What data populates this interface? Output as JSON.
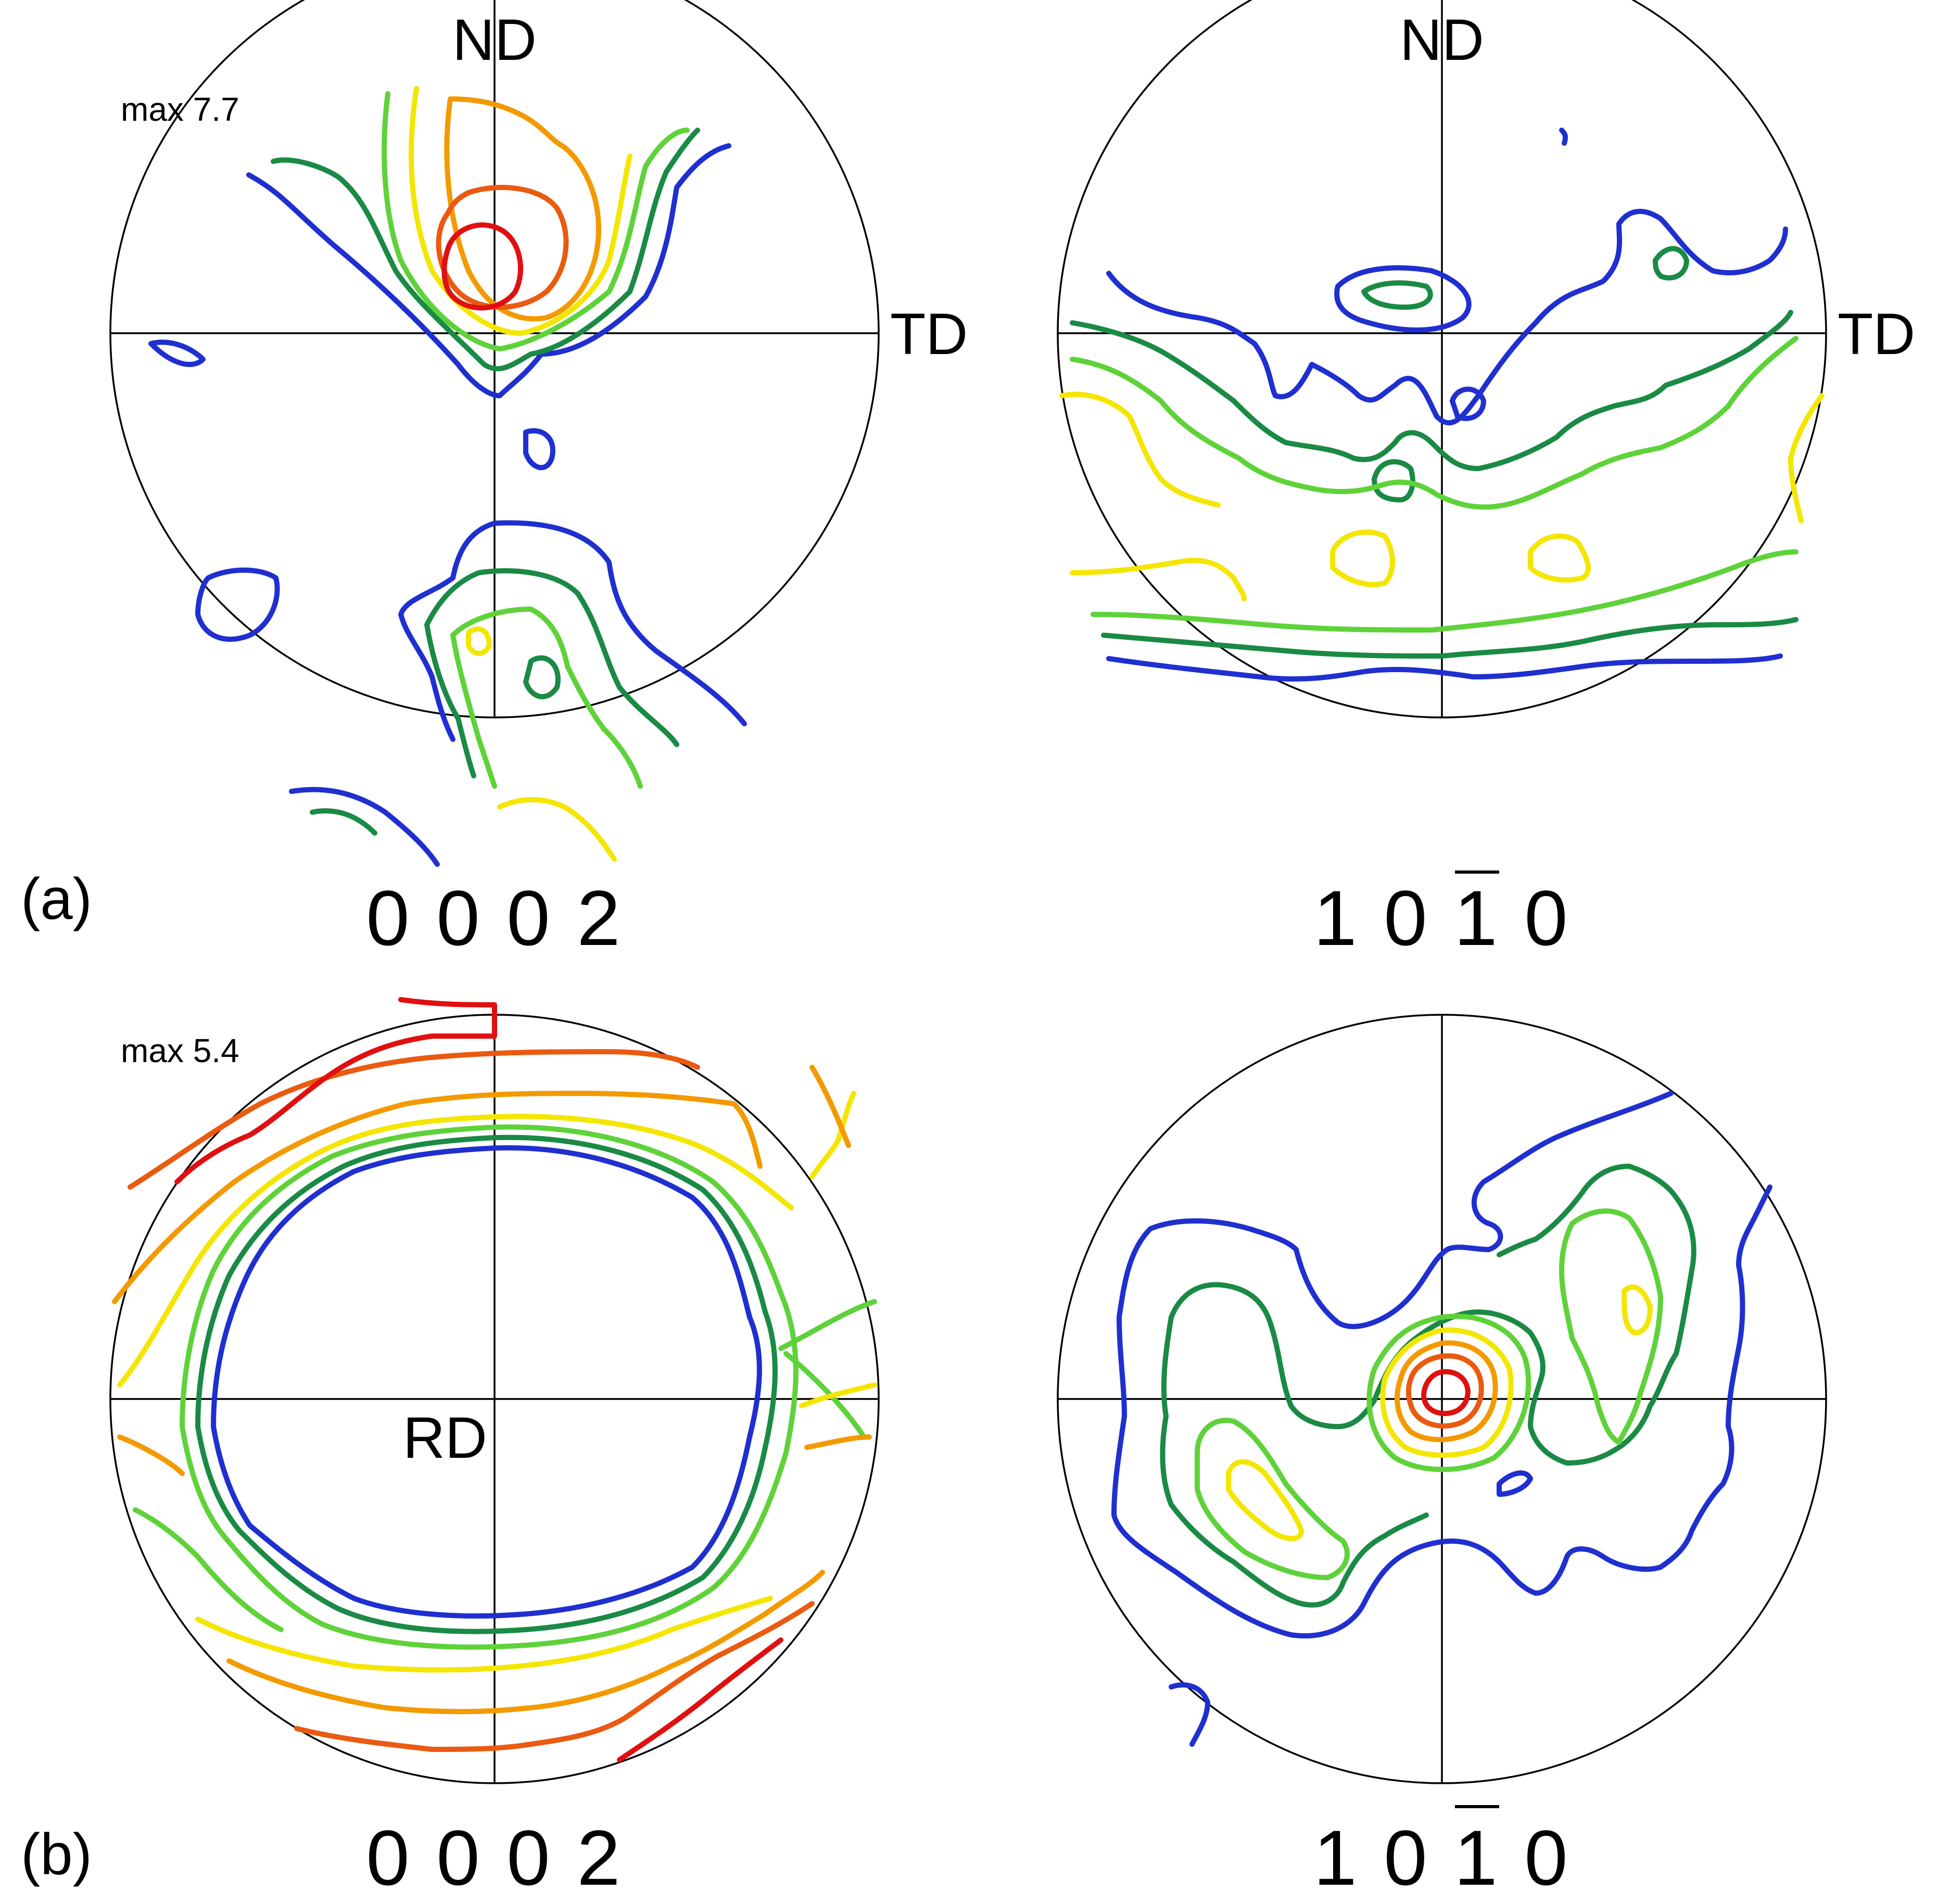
{
  "colors": {
    "level1": "#1f2fd0",
    "level2": "#1a8a45",
    "level3": "#5fd23a",
    "level4": "#f4e600",
    "level5": "#f39a00",
    "level6": "#ea5a10",
    "level7": "#e01010"
  },
  "panels": {
    "a": {
      "label": "(a)"
    },
    "b": {
      "label": "(b)"
    }
  },
  "poles": [
    {
      "id": "a-0002",
      "max_label": "max 7.7",
      "top_label": "ND",
      "right_label": "TD",
      "center_label": "",
      "index_digits": [
        "0",
        "0",
        "0",
        "2"
      ],
      "overbar_digit": -1
    },
    {
      "id": "a-10-10",
      "max_label": "",
      "top_label": "ND",
      "right_label": "TD",
      "center_label": "",
      "index_digits": [
        "1",
        "0",
        "1",
        "0"
      ],
      "overbar_digit": 2
    },
    {
      "id": "b-0002",
      "max_label": "max 5.4",
      "top_label": "",
      "right_label": "",
      "center_label": "RD",
      "index_digits": [
        "0",
        "0",
        "0",
        "2"
      ],
      "overbar_digit": -1
    },
    {
      "id": "b-10-10",
      "max_label": "",
      "top_label": "",
      "right_label": "",
      "center_label": "",
      "index_digits": [
        "1",
        "0",
        "1",
        "0"
      ],
      "overbar_digit": 2
    }
  ]
}
